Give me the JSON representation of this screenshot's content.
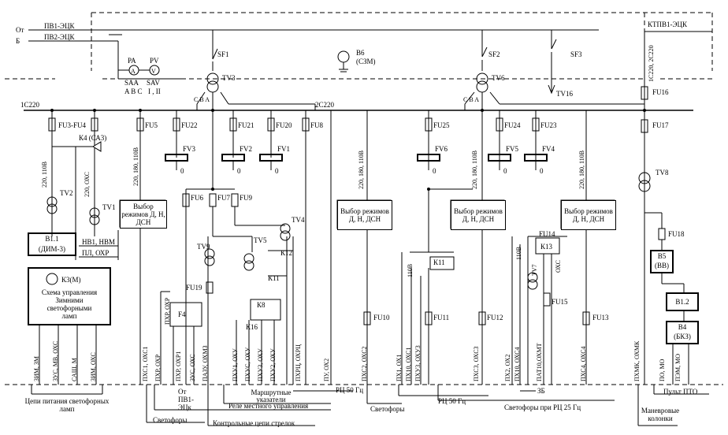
{
  "top": {
    "feed_left_1": "От",
    "feed_left_2": "Б",
    "feed_pv1": "ПВ1-ЭЦК",
    "feed_pv2": "ПВ2-ЭЦК",
    "feed_right": "КТПВ1-ЭЦК",
    "feed_right_v": "1С220, 2С220",
    "sf1": "SF1",
    "sf2": "SF2",
    "sf3": "SF3",
    "pa": "PA",
    "pv": "PV",
    "pa_sw": "SAA",
    "pa_sw2": "A B C",
    "pv_sw": "SAV",
    "pv_sw2": "I , II",
    "b6": "B6",
    "b6_sub": "(СЗМ)",
    "tv3": "TV3",
    "tv6": "TV6",
    "tv16": "TV16",
    "abc_left": "C   B   A",
    "abc_right": "C   B   A"
  },
  "buses": {
    "bus1": "1С220",
    "bus2": "2С220"
  },
  "fuses": {
    "fu3fu4": "FU3-FU4",
    "fu5": "FU5",
    "fu22": "FU22",
    "fu21": "FU21",
    "fu20": "FU20",
    "fu8": "FU8",
    "fu25": "FU25",
    "fu24": "FU24",
    "fu23": "FU23",
    "fu16": "FU16",
    "fu17": "FU17",
    "fu6": "FU6",
    "fu7": "FU7",
    "fu9": "FU9",
    "fu18": "FU18",
    "fu19": "FU19",
    "fu10": "FU10",
    "fu11": "FU11",
    "fu12": "FU12",
    "fu13": "FU13",
    "fu14": "FU14",
    "fu15": "FU15"
  },
  "fv": {
    "fv3": "FV3",
    "fv2": "FV2",
    "fv1": "FV1",
    "fv6": "FV6",
    "fv5": "FV5",
    "fv4": "FV4",
    "zero": "0"
  },
  "left": {
    "k4": "К4 (СА3)",
    "v220": "220, 110В",
    "v220oxs": "220, ОХС",
    "tv2": "TV2",
    "tv1": "TV1",
    "b11_line1": "B1.1",
    "b11_line2": "(ДИМ-3)",
    "k3": "К3(М)",
    "scheme": "Схема управления Зимними светофорными ламп",
    "hv": "НВ1, НВМ",
    "pl": "ПЛ, ОХР",
    "bottom_labels": [
      "ЗИМ, ЗМ",
      "ЗУС, МВ, ОХС",
      "САШ, М",
      "ЗИМ, ОХС"
    ],
    "footer": "Цепи питания светофорных ламп"
  },
  "mid": {
    "v220_180": "220, 180, 110В",
    "mode_box": "Выбор режимов Д, Н, ДСН",
    "tv9": "TV9",
    "tv4": "TV4",
    "tv5": "TV5",
    "k4b": "F4",
    "k12": "К12",
    "k11": "К11",
    "k8": "К8",
    "k16": "К16",
    "bottom_labels": [
      "ПХС1, ОХС1",
      "ПХР, ОХР",
      "ПХР, ОХР",
      "ПХР, ОХР1",
      "ЗУС, ОХС",
      "ПАЗУ, ОХМЗ",
      "ПХУ1, ОХУ",
      "ПХУС, ОХУ",
      "ПХУ3, ОХУ",
      "ПХУ2, ОХУ",
      "ПХРЦ, ОХРЦ",
      "ПУ, ОХ2"
    ],
    "ot": "От",
    "pv1": "ПВ1-",
    "ets": "ЭЦк",
    "marsh": "Маршрутные указатели",
    "rc50": "РЦ 50 Гц",
    "rele": "Реле местного управления",
    "svet": "Светофоры",
    "kontrol": "Контрольные цепи стрелок"
  },
  "right": {
    "v220_180a": "220, 180, 110В",
    "v220_180b": "220, 180, 110В",
    "v220_180c": "220, 180, 110В",
    "mode_box": "Выбор режимов Д, Н, ДСН",
    "k11": "К11",
    "k13": "К13",
    "tv7": "TV7",
    "v110": "110В",
    "oxc": "ОХС",
    "bottom_labels": [
      "ПХС2, ОХС2",
      "ПХ1, ОХ1",
      "ПХ10, ОХС1",
      "ПХУ3, ОХУ3",
      "ПХС3, ОХС3",
      "ПХ2, ОХ2",
      "ПХ10, ОХС4",
      "ПАТ10,ОХМТ",
      "ПХС4, ОХС4"
    ],
    "svet": "Светофоры",
    "rc50": "РЦ 50 Гц",
    "zb": "ЗБ",
    "svet_rc25": "Светофоры при РЦ 25 Гц"
  },
  "far_right": {
    "tv8": "TV8",
    "b5_1": "B5",
    "b5_2": "(ВВ)",
    "b12": "B1.2",
    "b4_1": "B4",
    "b4_2": "(БКЗ)",
    "bottom_labels": [
      "ПХМК, ОХМК",
      "ПО, МО",
      "ПЭМ, МО"
    ],
    "pult": "Пульт ПТО",
    "manevr": "Маневровые колонки"
  }
}
